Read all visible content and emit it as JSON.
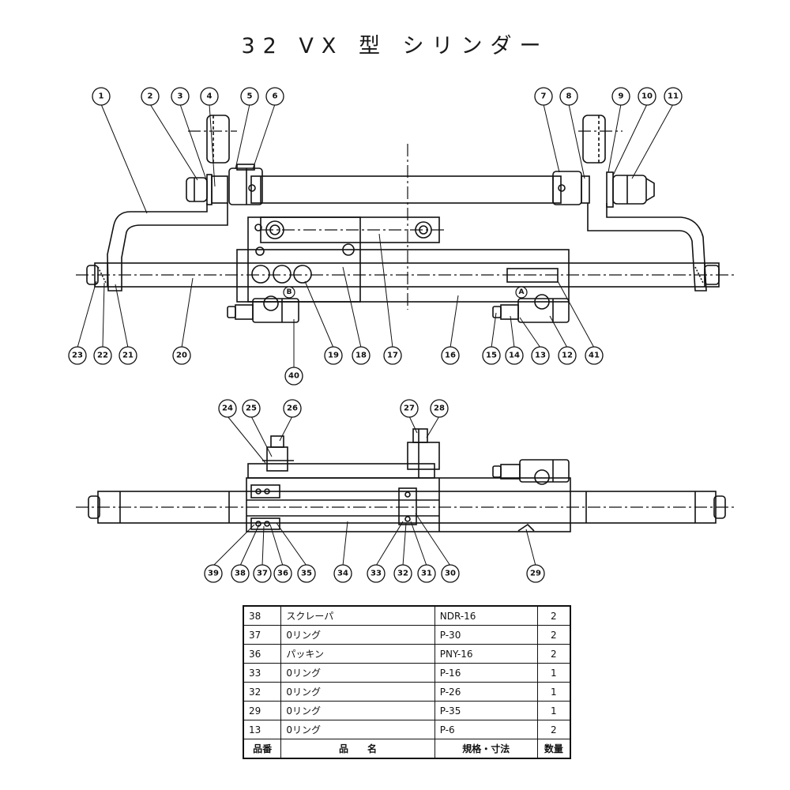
{
  "title": "32 VX 型 シリンダー",
  "markers": {
    "a": "A",
    "b": "B"
  },
  "callouts": {
    "c1": "1",
    "c2": "2",
    "c3": "3",
    "c4": "4",
    "c5": "5",
    "c6": "6",
    "c7": "7",
    "c8": "8",
    "c9": "9",
    "c10": "10",
    "c11": "11",
    "c12": "12",
    "c13": "13",
    "c14": "14",
    "c15": "15",
    "c16": "16",
    "c17": "17",
    "c18": "18",
    "c19": "19",
    "c20": "20",
    "c21": "21",
    "c22": "22",
    "c23": "23",
    "c24": "24",
    "c25": "25",
    "c26": "26",
    "c27": "27",
    "c28": "28",
    "c29": "29",
    "c30": "30",
    "c31": "31",
    "c32": "32",
    "c33": "33",
    "c34": "34",
    "c35": "35",
    "c36": "36",
    "c37": "37",
    "c38": "38",
    "c39": "39",
    "c40": "40",
    "c41": "41"
  },
  "table": {
    "rows": [
      {
        "no": "38",
        "name": "スクレーパ",
        "spec": "NDR-16",
        "qty": "2"
      },
      {
        "no": "37",
        "name": "0リング",
        "spec": "P-30",
        "qty": "2"
      },
      {
        "no": "36",
        "name": "パッキン",
        "spec": "PNY-16",
        "qty": "2"
      },
      {
        "no": "33",
        "name": "0リング",
        "spec": "P-16",
        "qty": "1"
      },
      {
        "no": "32",
        "name": "0リング",
        "spec": "P-26",
        "qty": "1"
      },
      {
        "no": "29",
        "name": "0リング",
        "spec": "P-35",
        "qty": "1"
      },
      {
        "no": "13",
        "name": "0リング",
        "spec": "P-6",
        "qty": "2"
      }
    ],
    "header": {
      "no": "品番",
      "name": "品　　名",
      "spec": "規格・寸法",
      "qty": "数量"
    }
  }
}
